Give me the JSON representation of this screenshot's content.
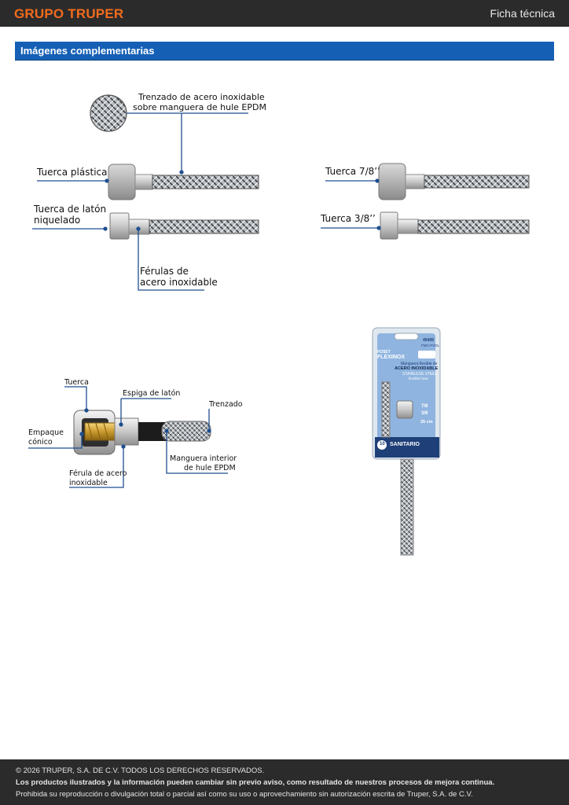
{
  "header": {
    "brand": "GRUPO TRUPER",
    "doc_type": "Ficha técnica"
  },
  "section": {
    "title": "Imágenes complementarias"
  },
  "diagram1": {
    "braid_label_1": "Trenzado de acero inoxidable",
    "braid_label_2": "sobre manguera de hule EPDM",
    "plastic_nut": "Tuerca plástica",
    "brass_nut_1": "Tuerca de latón",
    "brass_nut_2": "niquelado",
    "ferrule_1": "Férulas de",
    "ferrule_2": "acero inoxidable"
  },
  "diagram2": {
    "nut_78": "Tuerca 7/8’’",
    "nut_38": "Tuerca 3/8’’"
  },
  "diagram3": {
    "nut": "Tuerca",
    "spigot": "Espiga de latón",
    "braid": "Trenzado",
    "gasket_1": "Empaque",
    "gasket_2": "cónico",
    "inner_hose_1": "Manguera interior",
    "inner_hose_2": "de hule EPDM",
    "ferrule_1": "Férula de acero",
    "ferrule_2": "inoxidable"
  },
  "package": {
    "brand_small": "FOSET",
    "brand": "FLEXINOX",
    "code": "45409",
    "model": "FMC-PVDL",
    "desc_1": "Manguera flexible de",
    "desc_2": "ACERO INOXIDABLE",
    "desc_3": "STAINLESS STEEL",
    "desc_4": "flexible hose",
    "size_1": "7/8",
    "size_2": "3/8",
    "length": "35 cm",
    "category": "SANITARIO",
    "years": "10"
  },
  "footer": {
    "line1": "© 2026 TRUPER, S.A. DE C.V. TODOS LOS DERECHOS RESERVADOS.",
    "line2": "Los productos ilustrados y la información pueden cambiar sin previo aviso, como resultado de nuestros procesos de mejora continua.",
    "line3": "Prohibida su reproducción o divulgación total o parcial así como su uso o aprovechamiento sin autorización escrita de Truper, S.A. de C.V."
  },
  "colors": {
    "brand": "#f26b1d",
    "accent": "#1560b5",
    "bar": "#2b2b2b",
    "leader": "#1f4f8f"
  }
}
